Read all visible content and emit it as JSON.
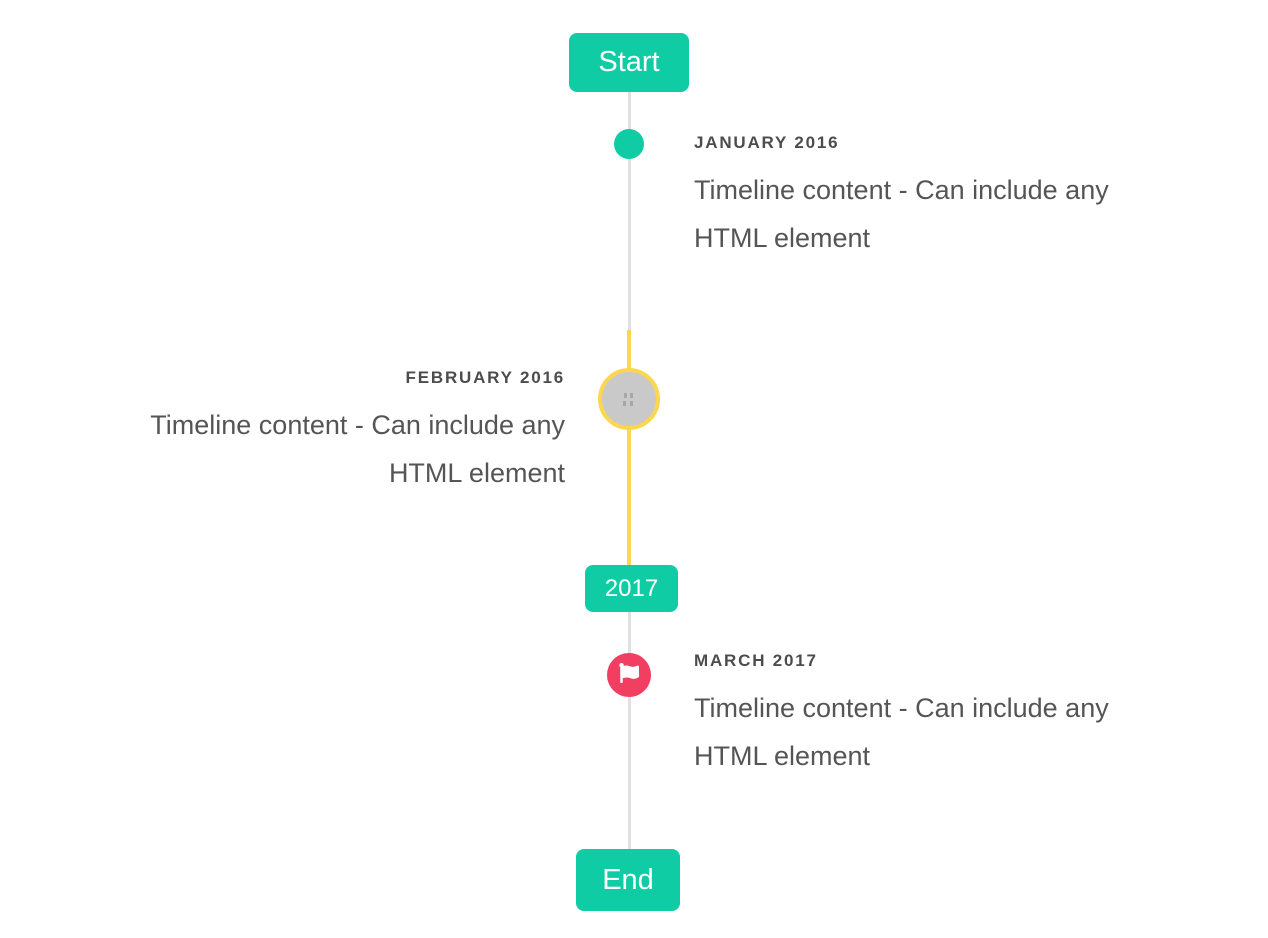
{
  "timeline": {
    "start_badge": "Start",
    "end_badge": "End",
    "year_badge": "2017",
    "events": [
      {
        "date": "JANUARY 2016",
        "content_lines": [
          "Timeline content - Can include any",
          "HTML element"
        ],
        "side": "right",
        "marker": "teal-dot"
      },
      {
        "date": "FEBRUARY 2016",
        "content_lines": [
          "Timeline content - Can include any",
          "HTML element"
        ],
        "side": "left",
        "marker": "highlighted-gray-circle-with-placeholder"
      },
      {
        "date": "MARCH 2017",
        "content_lines": [
          "Timeline content - Can include any",
          "HTML element"
        ],
        "side": "right",
        "marker": "red-flag-circle"
      }
    ],
    "colors": {
      "accent_teal": "#0fcca4",
      "highlight_yellow": "#fbd74f",
      "flag_red": "#f23f61",
      "line_gray": "#e0e0e0",
      "disabled_circle_gray": "#c9c9c9",
      "date_text": "#4c4c4c",
      "content_text": "#555555"
    }
  }
}
